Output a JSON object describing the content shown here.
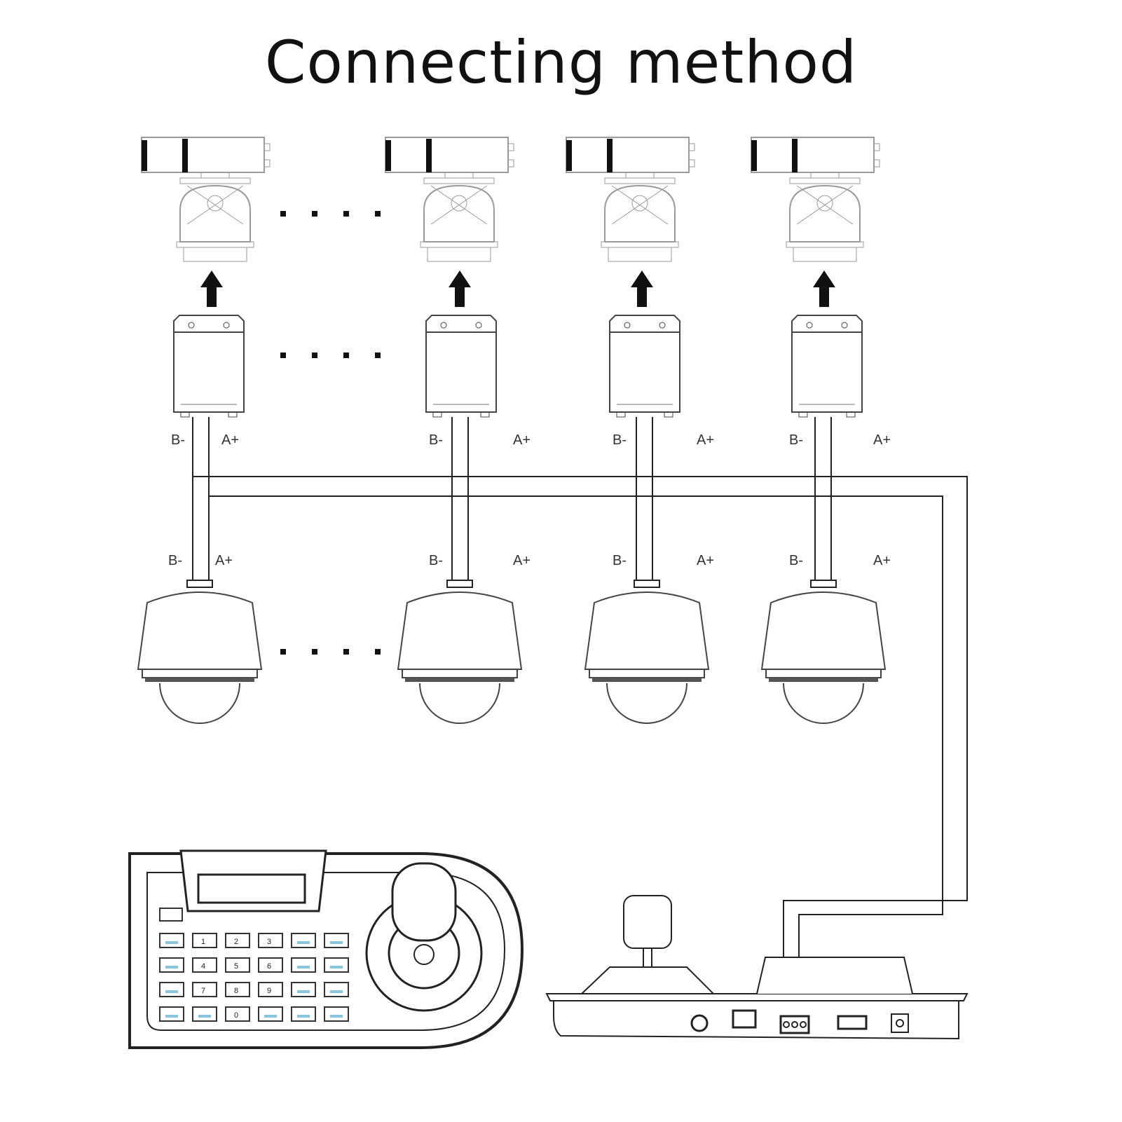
{
  "title": "Connecting method",
  "wire_labels": {
    "b": "B-",
    "a": "A+"
  },
  "keypad_keys": [
    "1",
    "2",
    "3",
    "4",
    "5",
    "6",
    "7",
    "8",
    "9",
    "0"
  ],
  "colors": {
    "line": "#222222",
    "outline": "#9a9a9a",
    "key_accent": "#3aa0c8"
  }
}
